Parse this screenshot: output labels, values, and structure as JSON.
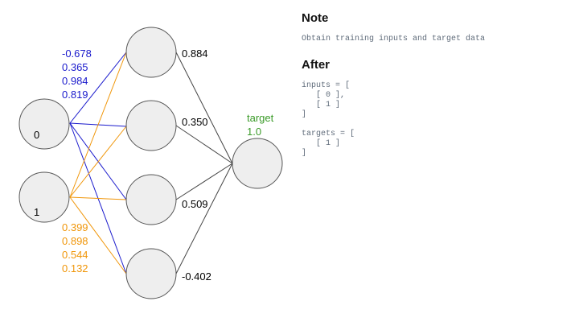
{
  "network": {
    "inputs": [
      {
        "label": "0",
        "weights": [
          "-0.678",
          "0.365",
          "0.984",
          "0.819"
        ],
        "color": "#1a1acc"
      },
      {
        "label": "1",
        "weights": [
          "0.399",
          "0.898",
          "0.544",
          "0.132"
        ],
        "color": "#f0960a"
      }
    ],
    "hidden_outputs": [
      "0.884",
      "0.350",
      "0.509",
      "-0.402"
    ],
    "target": {
      "label": "target",
      "value": "1.0",
      "color": "#3a9a28"
    },
    "output_edge_color": "#444444"
  },
  "note": {
    "heading": "Note",
    "text": "Obtain training inputs and target data"
  },
  "after": {
    "heading": "After",
    "inputs_code": [
      "inputs = [",
      "   [ 0 ],",
      "   [ 1 ]",
      "]"
    ],
    "targets_code": [
      "targets = [",
      "   [ 1 ]",
      "]"
    ]
  }
}
